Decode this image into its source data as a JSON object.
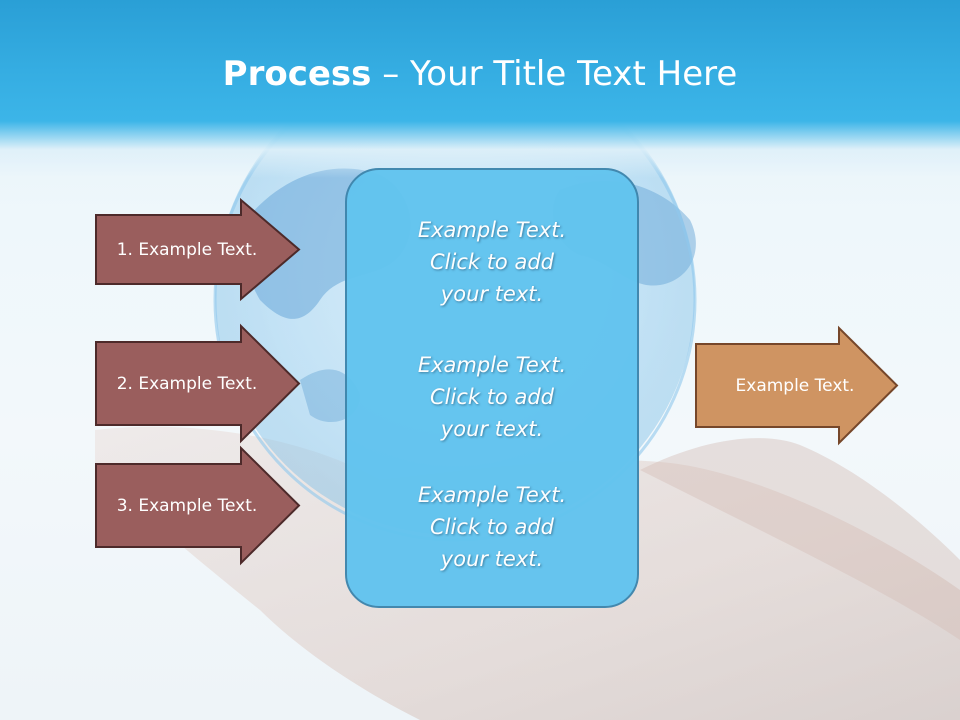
{
  "title": {
    "bold": "Process",
    "dash": " – ",
    "rest": "Your Title Text Here"
  },
  "left_arrows": [
    {
      "label": "1. Example Text."
    },
    {
      "label": "2. Example Text."
    },
    {
      "label": "3. Example Text."
    }
  ],
  "center_box": {
    "blocks": [
      {
        "lines": [
          "Example Text.",
          "Click  to add",
          "your text."
        ]
      },
      {
        "lines": [
          "Example Text.",
          "Click  to add",
          "your text."
        ]
      },
      {
        "lines": [
          "Example Text.",
          "Click  to add",
          "your text."
        ]
      }
    ]
  },
  "right_arrow": {
    "label": "Example Text."
  },
  "colors": {
    "left_arrow_fill": "#9a5e5d",
    "left_arrow_stroke": "#4d2a2a",
    "right_arrow_fill": "#cf9462",
    "right_arrow_stroke": "#76472a",
    "center_fill": "#62c4ef",
    "title_band": "#35ade2"
  }
}
